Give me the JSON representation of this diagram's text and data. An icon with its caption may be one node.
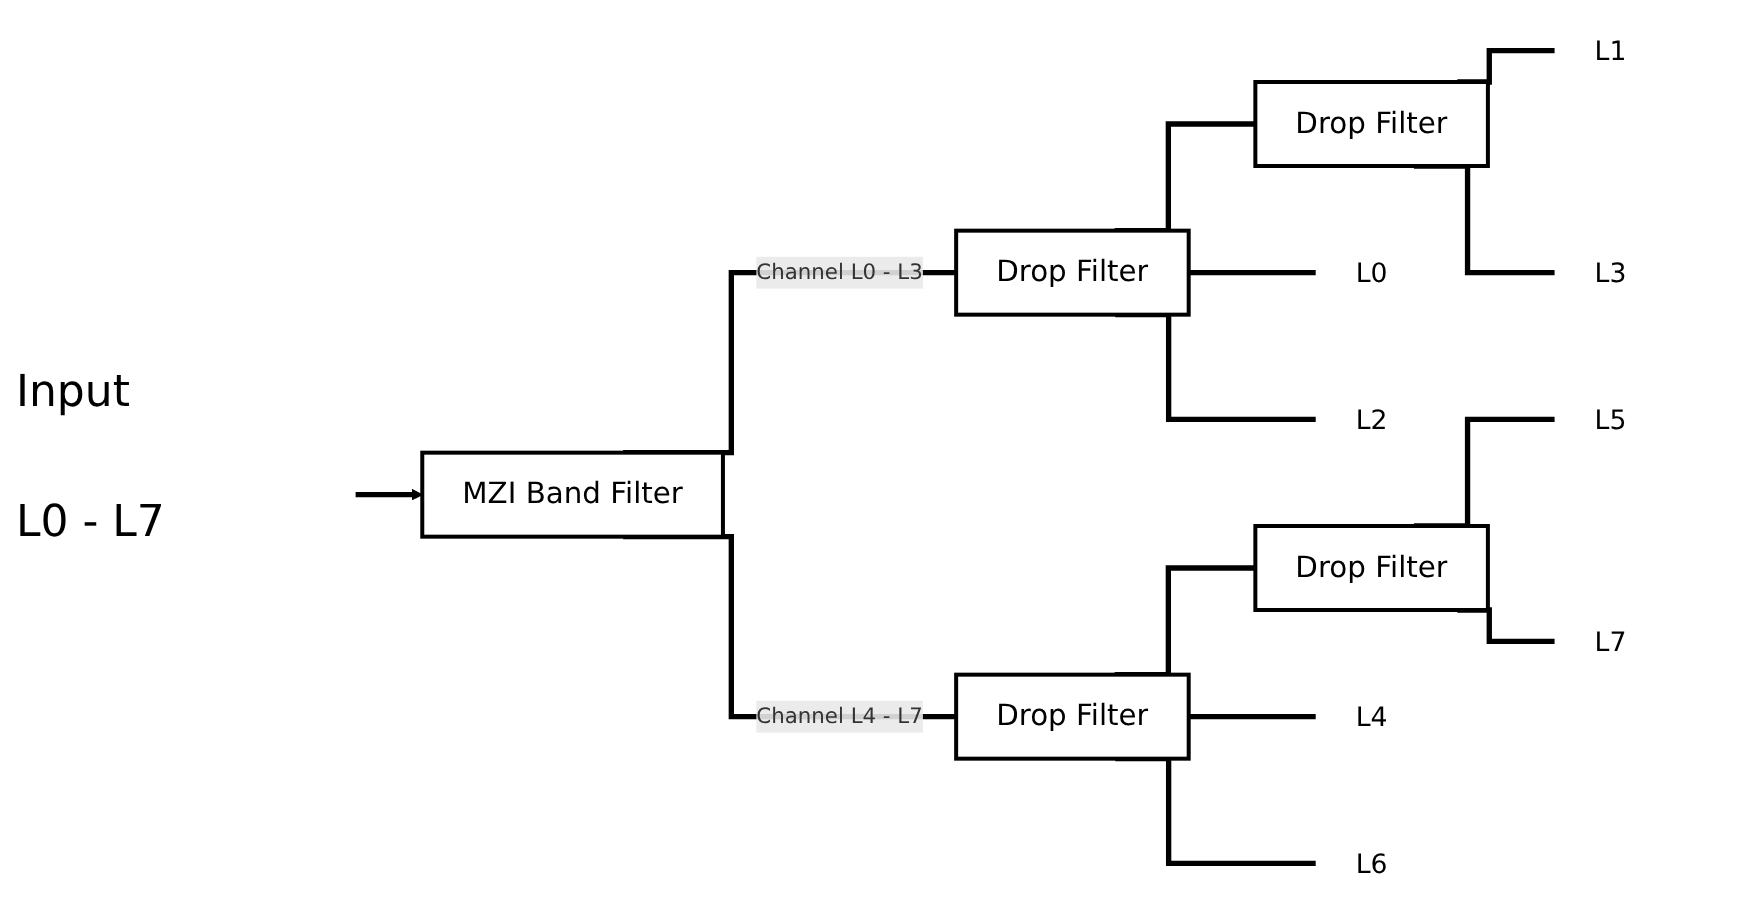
{
  "diagram": {
    "nodes": [
      {
        "text": [
          "MZI Band Filter"
        ]
      },
      {
        "text": [
          "Drop Filter"
        ]
      },
      {
        "text": [
          "Drop Filter"
        ]
      },
      {
        "text": [
          "Drop Filter"
        ]
      },
      {
        "text": [
          "Drop Filter"
        ]
      },
      {
        "text": [
          "L0"
        ]
      },
      {
        "text": [
          "L2"
        ]
      },
      {
        "text": [
          "L1"
        ]
      },
      {
        "text": [
          "L3"
        ]
      },
      {
        "text": [
          "L4"
        ]
      },
      {
        "text": [
          "L6"
        ]
      },
      {
        "text": [
          "L5"
        ]
      },
      {
        "text": [
          "L7"
        ]
      }
    ],
    "edges": [
      {
        "from": null,
        "to": 0,
        "arrow": "to"
      },
      {
        "from": 0,
        "to": 1,
        "arrow": "none",
        "label": "Channel L0 - L3"
      },
      {
        "from": 1,
        "to": 2,
        "arrow": "none"
      },
      {
        "from": 0,
        "to": 3,
        "arrow": "none",
        "label": "Channel L4 - L7"
      },
      {
        "from": 3,
        "to": 4,
        "arrow": "none"
      },
      {
        "from": 1,
        "to": 5,
        "arrow": "none"
      },
      {
        "from": 1,
        "to": 6,
        "arrow": "none"
      },
      {
        "from": 2,
        "to": 7,
        "arrow": "none"
      },
      {
        "from": 2,
        "to": 8,
        "arrow": "none"
      },
      {
        "from": 3,
        "to": 9,
        "arrow": "none"
      },
      {
        "from": 3,
        "to": 10,
        "arrow": "none"
      },
      {
        "from": 4,
        "to": 11,
        "arrow": "none"
      },
      {
        "from": 4,
        "to": 12,
        "arrow": "none"
      }
    ],
    "labels": [
      "Input",
      "L0 - L7"
    ]
  }
}
